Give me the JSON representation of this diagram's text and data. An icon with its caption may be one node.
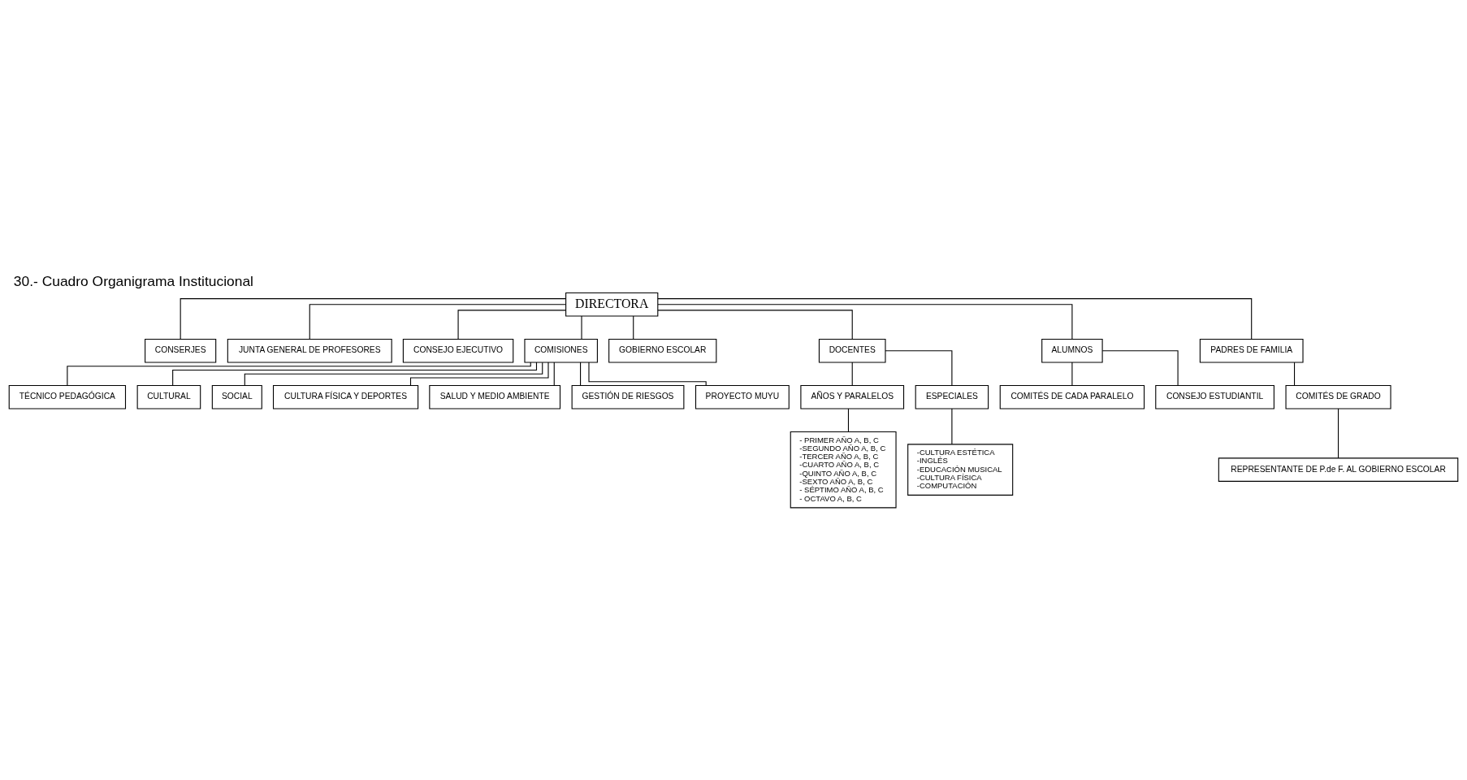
{
  "diagram": {
    "title": "30.- Cuadro Organigrama Institucional",
    "nodes": [
      {
        "text": [
          "DIRECTORA"
        ]
      },
      {
        "text": [
          "CONSERJES"
        ]
      },
      {
        "text": [
          "JUNTA GENERAL DE PROFESORES"
        ]
      },
      {
        "text": [
          "CONSEJO EJECUTIVO"
        ]
      },
      {
        "text": [
          "COMISIONES"
        ]
      },
      {
        "text": [
          "TÉCNICO PEDAGÓGICA"
        ]
      },
      {
        "text": [
          "CULTURAL"
        ]
      },
      {
        "text": [
          "SOCIAL"
        ]
      },
      {
        "text": [
          "CULTURA FÍSICA Y DEPORTES"
        ]
      },
      {
        "text": [
          "SALUD Y MEDIO AMBIENTE"
        ]
      },
      {
        "text": [
          "GESTIÓN DE RIESGOS"
        ]
      },
      {
        "text": [
          "PROYECTO MUYU"
        ]
      },
      {
        "text": [
          "GOBIERNO ESCOLAR"
        ]
      },
      {
        "text": [
          "DOCENTES"
        ]
      },
      {
        "text": [
          "ALUMNOS"
        ]
      },
      {
        "text": [
          "PADRES DE FAMILIA"
        ]
      },
      {
        "text": [
          "AÑOS Y PARALELOS"
        ]
      },
      {
        "text": [
          "ESPECIALES"
        ]
      },
      {
        "text": [
          "COMITÉS DE CADA PARALELO"
        ]
      },
      {
        "text": [
          "CONSEJO ESTUDIANTIL"
        ]
      },
      {
        "text": [
          "COMITÉS DE GRADO"
        ]
      },
      {
        "text": [
          "- PRIMER AÑO A, B, C",
          "-SEGUNDO AÑO A, B, C",
          "-TERCER AÑO A, B, C",
          "-CUARTO AÑO A, B, C",
          "-QUINTO AÑO A, B, C",
          "-SEXTO AÑO A, B, C",
          "- SÉPTIMO AÑO A, B, C",
          "- OCTAVO A, B, C"
        ]
      },
      {
        "text": [
          "-CULTURA ESTÉTICA",
          "-INGLÉS",
          "-EDUCACIÓN MUSICAL",
          "-CULTURA FÍSICA",
          "-COMPUTACIÓN"
        ]
      },
      {
        "text": [
          "REPRESENTANTE DE P.de F. AL GOBIERNO ESCOLAR"
        ]
      }
    ],
    "edges": [
      {
        "from": 0,
        "to": 1,
        "arrow": "none"
      },
      {
        "from": 0,
        "to": 2,
        "arrow": "none"
      },
      {
        "from": 0,
        "to": 3,
        "arrow": "none"
      },
      {
        "from": 0,
        "to": 4,
        "arrow": "none"
      },
      {
        "from": 4,
        "to": 5,
        "arrow": "none"
      },
      {
        "from": 4,
        "to": 6,
        "arrow": "none"
      },
      {
        "from": 4,
        "to": 7,
        "arrow": "none"
      },
      {
        "from": 4,
        "to": 8,
        "arrow": "none"
      },
      {
        "from": 4,
        "to": 9,
        "arrow": "none"
      },
      {
        "from": 4,
        "to": 10,
        "arrow": "none"
      },
      {
        "from": 4,
        "to": 11,
        "arrow": "none"
      },
      {
        "from": 0,
        "to": 12,
        "arrow": "none"
      },
      {
        "from": 0,
        "to": 13,
        "arrow": "none"
      },
      {
        "from": 0,
        "to": 14,
        "arrow": "none"
      },
      {
        "from": 0,
        "to": 15,
        "arrow": "none"
      },
      {
        "from": 13,
        "to": 16,
        "arrow": "none"
      },
      {
        "from": 13,
        "to": 17,
        "arrow": "none"
      },
      {
        "from": 14,
        "to": 18,
        "arrow": "none"
      },
      {
        "from": 14,
        "to": 19,
        "arrow": "none"
      },
      {
        "from": 15,
        "to": 20,
        "arrow": "none"
      },
      {
        "from": 16,
        "to": 21,
        "arrow": "none"
      },
      {
        "from": 17,
        "to": 22,
        "arrow": "none"
      },
      {
        "from": 20,
        "to": 23,
        "arrow": "none"
      }
    ]
  }
}
